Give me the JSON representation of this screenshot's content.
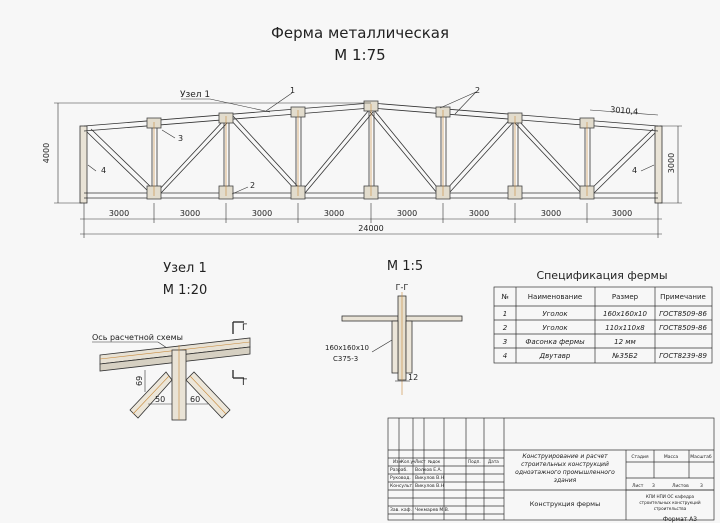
{
  "title": {
    "line1": "Ферма металлическая",
    "line2": "М 1:75"
  },
  "truss": {
    "bay_dims": [
      "3000",
      "3000",
      "3000",
      "3000",
      "3000",
      "3000",
      "3000",
      "3000"
    ],
    "total_dim": "24000",
    "height_left": "4000",
    "height_right": "3000",
    "diag_dim": "3010,4",
    "labels": {
      "node": "Узел 1",
      "p1": "1",
      "p2": "2",
      "p2b": "2",
      "p3": "3",
      "p4l": "4",
      "p4r": "4"
    }
  },
  "node_view": {
    "title1": "Узел 1",
    "title2": "М 1:20",
    "axis_label": "Ось расчетной схемы",
    "cut_label": "Г",
    "cut_label2": "Г",
    "dim_69": "69",
    "dim_50": "50",
    "dim_60": "60"
  },
  "section_view": {
    "title": "М 1:5",
    "cut": "Г-Г",
    "profile1": "160х160х10",
    "profile2": "С375-3",
    "dim_12": "12"
  },
  "spec": {
    "title": "Спецификация фермы",
    "headers": [
      "№",
      "Наименование",
      "Размер",
      "Примечание"
    ],
    "rows": [
      [
        "1",
        "Уголок",
        "160х160х10",
        "ГОСТ8509-86"
      ],
      [
        "2",
        "Уголок",
        "110х110х8",
        "ГОСТ8509-86"
      ],
      [
        "3",
        "Фасонка фермы",
        "12 мм",
        ""
      ],
      [
        "4",
        "Двутавр",
        "№35Б2",
        "ГОСТ8239-89"
      ]
    ]
  },
  "stamp": {
    "cols": [
      "Изм",
      "Кол.уч",
      "Лист",
      "№док",
      "Подп.",
      "Дата"
    ],
    "roles": [
      "Разраб.",
      "Руковод.",
      "Консульт.",
      "",
      "Зав. каф."
    ],
    "names": [
      "Волков Е.А.",
      "Викулов В.Н",
      "Викулов В.Н",
      "",
      "Чекмарев М.В."
    ],
    "project": [
      "Конструирование и расчет",
      "строительных конструкций",
      "одноэтажного промышленного",
      "здания"
    ],
    "sheet_name": "Конструкция фермы",
    "stage_h": "Стадия",
    "mass_h": "Масса",
    "scale_h": "Масштаб",
    "sheet_lbl": "Лист",
    "sheet_no": "3",
    "sheets_lbl": "Листов",
    "sheets_no": "3",
    "org": [
      "КПИ НПИ ОС кафедра",
      "строительных конструкций",
      "строительства"
    ],
    "format": "Формат А3"
  }
}
